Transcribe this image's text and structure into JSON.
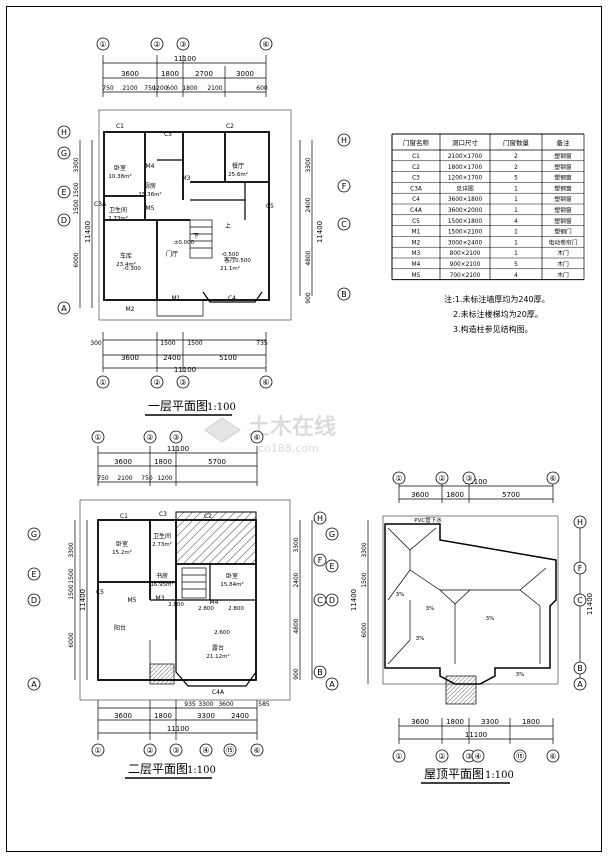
{
  "plans": [
    {
      "title": "一层平面图",
      "scale": "1:100"
    },
    {
      "title": "二层平面图",
      "scale": "1:100"
    },
    {
      "title": "屋顶平面图",
      "scale": "1:100"
    }
  ],
  "watermark": {
    "cn": "土木在线",
    "en": "co188.com"
  },
  "axes": {
    "plan1_top": [
      "①",
      "②",
      "③",
      "⑥"
    ],
    "plan1_left": [
      "H",
      "G",
      "E",
      "D",
      "A"
    ],
    "plan1_right": [
      "H",
      "F",
      "C",
      "B"
    ],
    "plan2_top": [
      "①",
      "②",
      "③",
      "⑥"
    ],
    "plan2_left": [
      "G",
      "E",
      "D",
      "A"
    ],
    "plan2_right": [
      "H",
      "F",
      "C",
      "B"
    ],
    "plan2_bottom": [
      "①",
      "②",
      "③",
      "④",
      "⑮",
      "⑥"
    ],
    "roof_top": [
      "①",
      "②",
      "③",
      "⑥"
    ],
    "roof_left": [
      "G",
      "E",
      "D",
      "A"
    ],
    "roof_right": [
      "H",
      "F",
      "C",
      "B",
      "A"
    ],
    "roof_bottom": [
      "①",
      "②",
      "③",
      "④",
      "⑮",
      "⑥"
    ]
  },
  "dims": {
    "p1_top_total": "11100",
    "p1_top_row1": [
      "3600",
      "1800",
      "2700",
      "3000"
    ],
    "p1_top_row2": [
      "750",
      "2100",
      "750",
      "1200",
      "600",
      "1800",
      "2100",
      "600"
    ],
    "p1_bottom_row1": [
      "300",
      "1500",
      "1500",
      "735"
    ],
    "p1_bottom_row2": [
      "3600",
      "2400",
      "5100"
    ],
    "p1_bottom_total": "11100",
    "p1_left": [
      "3300",
      "1500",
      "1500",
      "6000"
    ],
    "p1_left_total": "11400",
    "p1_right": [
      "3300",
      "2400",
      "4800",
      "900"
    ],
    "p1_right_total": "11400",
    "p2_top_total": "11100",
    "p2_top_row1": [
      "3600",
      "1800",
      "5700"
    ],
    "p2_top_row2": [
      "750",
      "2100",
      "750",
      "1200"
    ],
    "p2_bottom_row1": [
      "935",
      "3300",
      "3600",
      "585"
    ],
    "p2_bottom_row2": [
      "3600",
      "1800",
      "3300",
      "2400"
    ],
    "p2_bottom_total": "11100",
    "p2_left": [
      "3300",
      "1500",
      "1500",
      "6000"
    ],
    "p2_left_total": "11400",
    "p2_right": [
      "3300",
      "2400",
      "4800",
      "900"
    ],
    "roof_top_total": "11100",
    "roof_top_row1": [
      "3600",
      "1800",
      "5700"
    ],
    "roof_bottom_row": [
      "3600",
      "1800",
      "3300",
      "1800"
    ],
    "roof_bottom_total": "11100",
    "roof_left": [
      "3300",
      "1500",
      "6000"
    ],
    "roof_left_total": "11400",
    "roof_right_total": "11400"
  },
  "plan1_rooms": [
    {
      "name": "卧室",
      "area": "10.38m²"
    },
    {
      "name": "厨房",
      "area": "15.36m²"
    },
    {
      "name": "餐厅",
      "area": "25.6m²"
    },
    {
      "name": "车库",
      "area": "23.4m²"
    },
    {
      "name": "卫生间",
      "area": "2.73m²"
    },
    {
      "name": "客厅",
      "area": "21.1m²"
    },
    {
      "name": "门厅",
      "area": ""
    },
    {
      "name": "上",
      "area": ""
    },
    {
      "name": "下",
      "area": ""
    }
  ],
  "plan1_levels": [
    "±0.000",
    "-0.300",
    "-0.500",
    "-0.500"
  ],
  "plan1_labels": [
    "C1",
    "C2",
    "C3",
    "C4",
    "C5",
    "M1",
    "M2",
    "M3",
    "M4",
    "M5",
    "C3A"
  ],
  "plan2_rooms": [
    {
      "name": "卧室",
      "area": "15.2m²"
    },
    {
      "name": "卫生间",
      "area": "2.73m²"
    },
    {
      "name": "书房",
      "area": "16.95m²"
    },
    {
      "name": "卧室",
      "area": "15.84m²"
    },
    {
      "name": "阳台",
      "area": ""
    },
    {
      "name": "露台",
      "area": "21.12m²"
    }
  ],
  "plan2_levels": [
    "2.800",
    "2.800",
    "2.800",
    "2.600"
  ],
  "plan2_labels": [
    "C1",
    "C2",
    "C3",
    "C4A",
    "C5",
    "M5",
    "M3",
    "M4"
  ],
  "roof_labels": [
    "3%",
    "3%",
    "3%",
    "3%",
    "3%",
    "PVC管下水"
  ],
  "schedule": {
    "headers": [
      "门窗名称",
      "洞口尺寸",
      "门窗数量",
      "备注"
    ],
    "rows": [
      [
        "C1",
        "2100×1700",
        "2",
        "塑钢窗"
      ],
      [
        "C2",
        "1800×1700",
        "2",
        "塑钢窗"
      ],
      [
        "C3",
        "1200×1700",
        "5",
        "塑钢窗"
      ],
      [
        "C3A",
        "见详图",
        "1",
        "塑钢窗"
      ],
      [
        "C4",
        "3600×1800",
        "1",
        "塑钢窗"
      ],
      [
        "C4A",
        "3600×2000",
        "1",
        "塑钢窗"
      ],
      [
        "C5",
        "1500×1800",
        "4",
        "塑钢窗"
      ],
      [
        "M1",
        "1500×2100",
        "1",
        "塑钢门"
      ],
      [
        "M2",
        "3000×2400",
        "1",
        "电动卷帘门"
      ],
      [
        "M3",
        "800×2100",
        "1",
        "木门"
      ],
      [
        "M4",
        "900×2100",
        "5",
        "木门"
      ],
      [
        "M5",
        "700×2100",
        "4",
        "木门"
      ]
    ]
  },
  "notes": [
    "注:1.未标注墙厚均为240厚。",
    "2.未标注楼梯均为20厚。",
    "3.构造柱参见结构图。"
  ]
}
